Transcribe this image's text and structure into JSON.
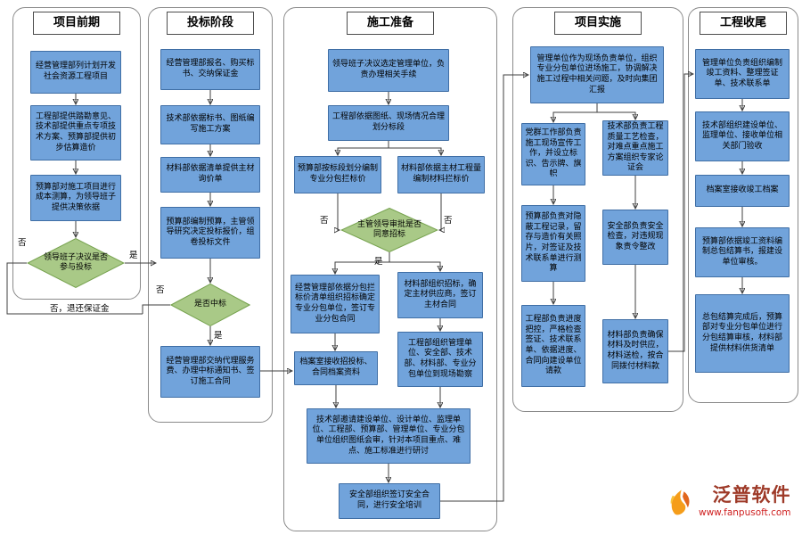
{
  "labels": {
    "yes": "是",
    "no": "否",
    "no_refund": "否，退还保证金"
  },
  "logo": {
    "name": "泛普软件",
    "url": "www.fanpusoft.com"
  },
  "colors": {
    "box": "#71a3db",
    "box-border": "#3f6ea5",
    "diamond": "#a9c987",
    "diamond-border": "#76a24e",
    "arrow": "#3f3f3f",
    "logo-red": "#9e3a28",
    "url-red": "#cf1f1f"
  },
  "lanes": [
    {
      "title": "项目前期",
      "decision": "领导班子决议是否参与投标",
      "boxes": [
        "经营管理部列计划开发社会资源工程项目",
        "工程部提供踏勘意见、技术部提供重点专项技术方案、预算部提供初步估算造价",
        "预算部对施工项目进行成本测算，为领导班子提供决策依据"
      ]
    },
    {
      "title": "投标阶段",
      "decision": "是否中标",
      "boxes": [
        "经营管理部报名、购买标书、交纳保证金",
        "技术部依据标书、图纸编写施工方案",
        "材料部依据清单提供主材询价单",
        "预算部编制预算，主管领导研究决定投标报价，组卷投标文件",
        "经营管理部交纳代理服务费、办理中标通知书、签订施工合同"
      ]
    },
    {
      "title": "施工准备",
      "decision": "主管领导审批是否同意招标",
      "boxes": [
        "领导班子决议选定管理单位，负责办理相关手续",
        "工程部依据图纸、现场情况合理划分标段",
        "预算部按标段划分编制专业分包拦标价",
        "材料部依据主材工程量编制材料拦标价",
        "经营管理部依据分包拦标价清单组织招标确定专业分包单位，签订专业分包合同",
        "材料部组织招标，确定主材供应商，签订主材合同",
        "档案室接收招投标、合同档案资料",
        "工程部组织管理单位、安全部、技术部、材料部、专业分包单位到现场勘察",
        "技术部邀请建设单位、设计单位、监理单位、工程部、预算部、管理单位、专业分包单位组织图纸会审，针对本项目重点、难点、施工标准进行研讨",
        "安全部组织签订安全合同，进行安全培训"
      ]
    },
    {
      "title": "项目实施",
      "boxes": [
        "管理单位作为现场负责单位，组织专业分包单位进场施工，协调解决施工过程中相关问题，及时向集团汇报",
        "党群工作部负责施工现场宣传工作，并设立标识、告示牌、旗帜",
        "技术部负责工程质量工艺检查，对难点重点施工方案组织专家论证会",
        "预算部负责对隐蔽工程记录，留存与造价有关照片，对签证及技术联系单进行测算",
        "安全部负责安全检查，对违规现象责令整改",
        "工程部负责进度把控，严格检查签证、技术联系单、依据进度、合同向建设单位请款",
        "材料部负责确保材料及时供应，材料送检，按合同拨付材料款"
      ]
    },
    {
      "title": "工程收尾",
      "boxes": [
        "管理单位负责组织编制竣工资料、整理签证单、技术联系单",
        "技术部组织建设单位、监理单位、接收单位相关部门验收",
        "档案室接收竣工档案",
        "预算部依据竣工资料编制总包结算书，报建设单位审核。",
        "总包结算完成后，预算部对专业分包单位进行分包结算审核，材料部提供材料供货清单"
      ]
    }
  ]
}
